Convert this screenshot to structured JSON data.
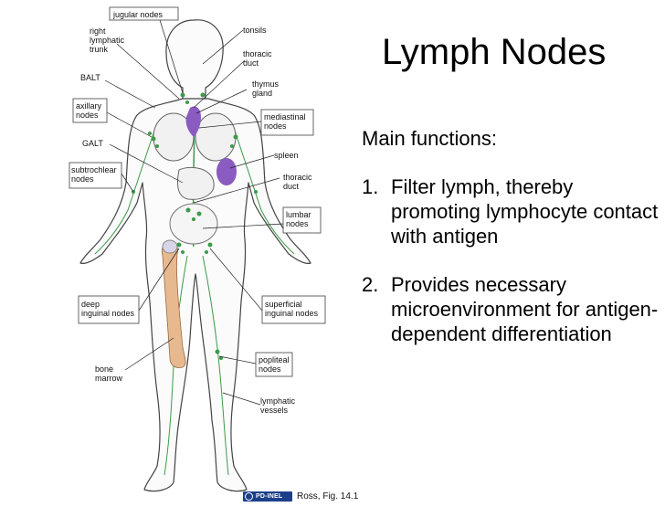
{
  "slide": {
    "title": "Lymph Nodes",
    "functions_heading": "Main functions:",
    "functions": [
      {
        "number": "1.",
        "text": "Filter lymph, thereby promoting lymphocyte contact with antigen"
      },
      {
        "number": "2.",
        "text": "Provides necessary microenvironment for antigen-dependent differentiation"
      }
    ],
    "citation": "Ross, Fig. 14.1",
    "badge": "PD-INEL"
  },
  "figure": {
    "labels": {
      "jugular_nodes": "jugular nodes",
      "tonsils": "tonsils",
      "right_lymphatic_trunk": [
        "right",
        "lymphatic",
        "trunk"
      ],
      "thoracic_duct_upper": [
        "thoracic",
        "duct"
      ],
      "thymus_gland": [
        "thymus",
        "gland"
      ],
      "balt": "BALT",
      "axillary_nodes": [
        "axillary",
        "nodes"
      ],
      "mediastinal_nodes": [
        "mediastinal",
        "nodes"
      ],
      "galt": "GALT",
      "spleen": "spleen",
      "subtrochlear_nodes": [
        "subtrochlear",
        "nodes"
      ],
      "thoracic_duct_lower": [
        "thoracic",
        "duct"
      ],
      "lumbar_nodes": [
        "lumbar",
        "nodes"
      ],
      "deep_inguinal_nodes": [
        "deep",
        "inguinal nodes"
      ],
      "superficial_inguinal_nodes": [
        "superficial",
        "inguinal nodes"
      ],
      "bone_marrow": [
        "bone",
        "marrow"
      ],
      "popliteal_nodes": [
        "popliteal",
        "nodes"
      ],
      "lymphatic_vessels": [
        "lymphatic",
        "vessels"
      ]
    },
    "colors": {
      "lymph_node": "#3d9a4a",
      "organ_purple": "#8a5bc0",
      "bone": "#e7b98f",
      "outline": "#444444",
      "label_box": "#555555"
    }
  }
}
